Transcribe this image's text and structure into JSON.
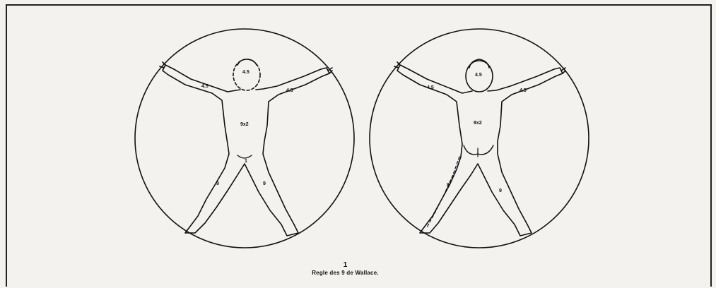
{
  "figure": {
    "number": "1",
    "caption": "Regle des 9 de Wallace."
  },
  "diagrams": [
    {
      "labels": {
        "head": "4.5",
        "left_arm": "4.5",
        "right_arm": "4.5",
        "trunk": "9x2",
        "groin": "1",
        "left_leg": "9",
        "right_leg": "9"
      }
    },
    {
      "labels": {
        "head": "4.5",
        "left_arm": "4.5",
        "right_arm": "4.5",
        "trunk": "9x2",
        "left_leg": "9",
        "right_leg": "9"
      }
    }
  ]
}
